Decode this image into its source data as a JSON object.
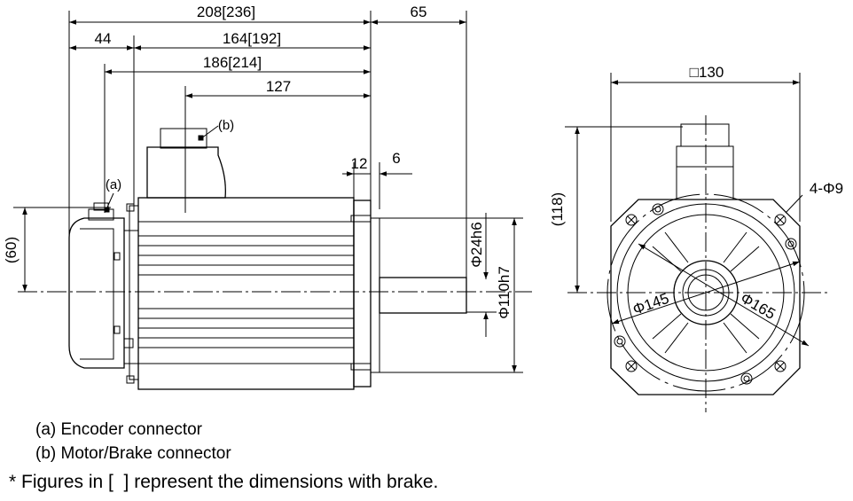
{
  "side_view": {
    "dims": {
      "overall_length": "208[236]",
      "flange_offset": "65",
      "encoder_offset": "44",
      "body_length": "164[192]",
      "body_length_from_connector": "186[214]",
      "motor_connector_position": "127",
      "flange_thickness": "12",
      "spigot_depth": "6",
      "encoder_height": "(60)",
      "shaft_diameter": "Φ24h6",
      "spigot_diameter": "Φ110h7"
    },
    "labels": {
      "encoder_connector_tag": "(a)",
      "motor_connector_tag": "(b)"
    }
  },
  "front_view": {
    "dims": {
      "flange_square": "□130",
      "connector_height": "(118)",
      "mount_holes": "4-Φ9",
      "bolt_circle_inner": "Φ145",
      "bolt_circle_outer": "Φ165"
    }
  },
  "notes": {
    "line_a": "(a) Encoder connector",
    "line_b": "(b) Motor/Brake connector",
    "footnote": "* Figures in [  ] represent the dimensions with brake."
  }
}
